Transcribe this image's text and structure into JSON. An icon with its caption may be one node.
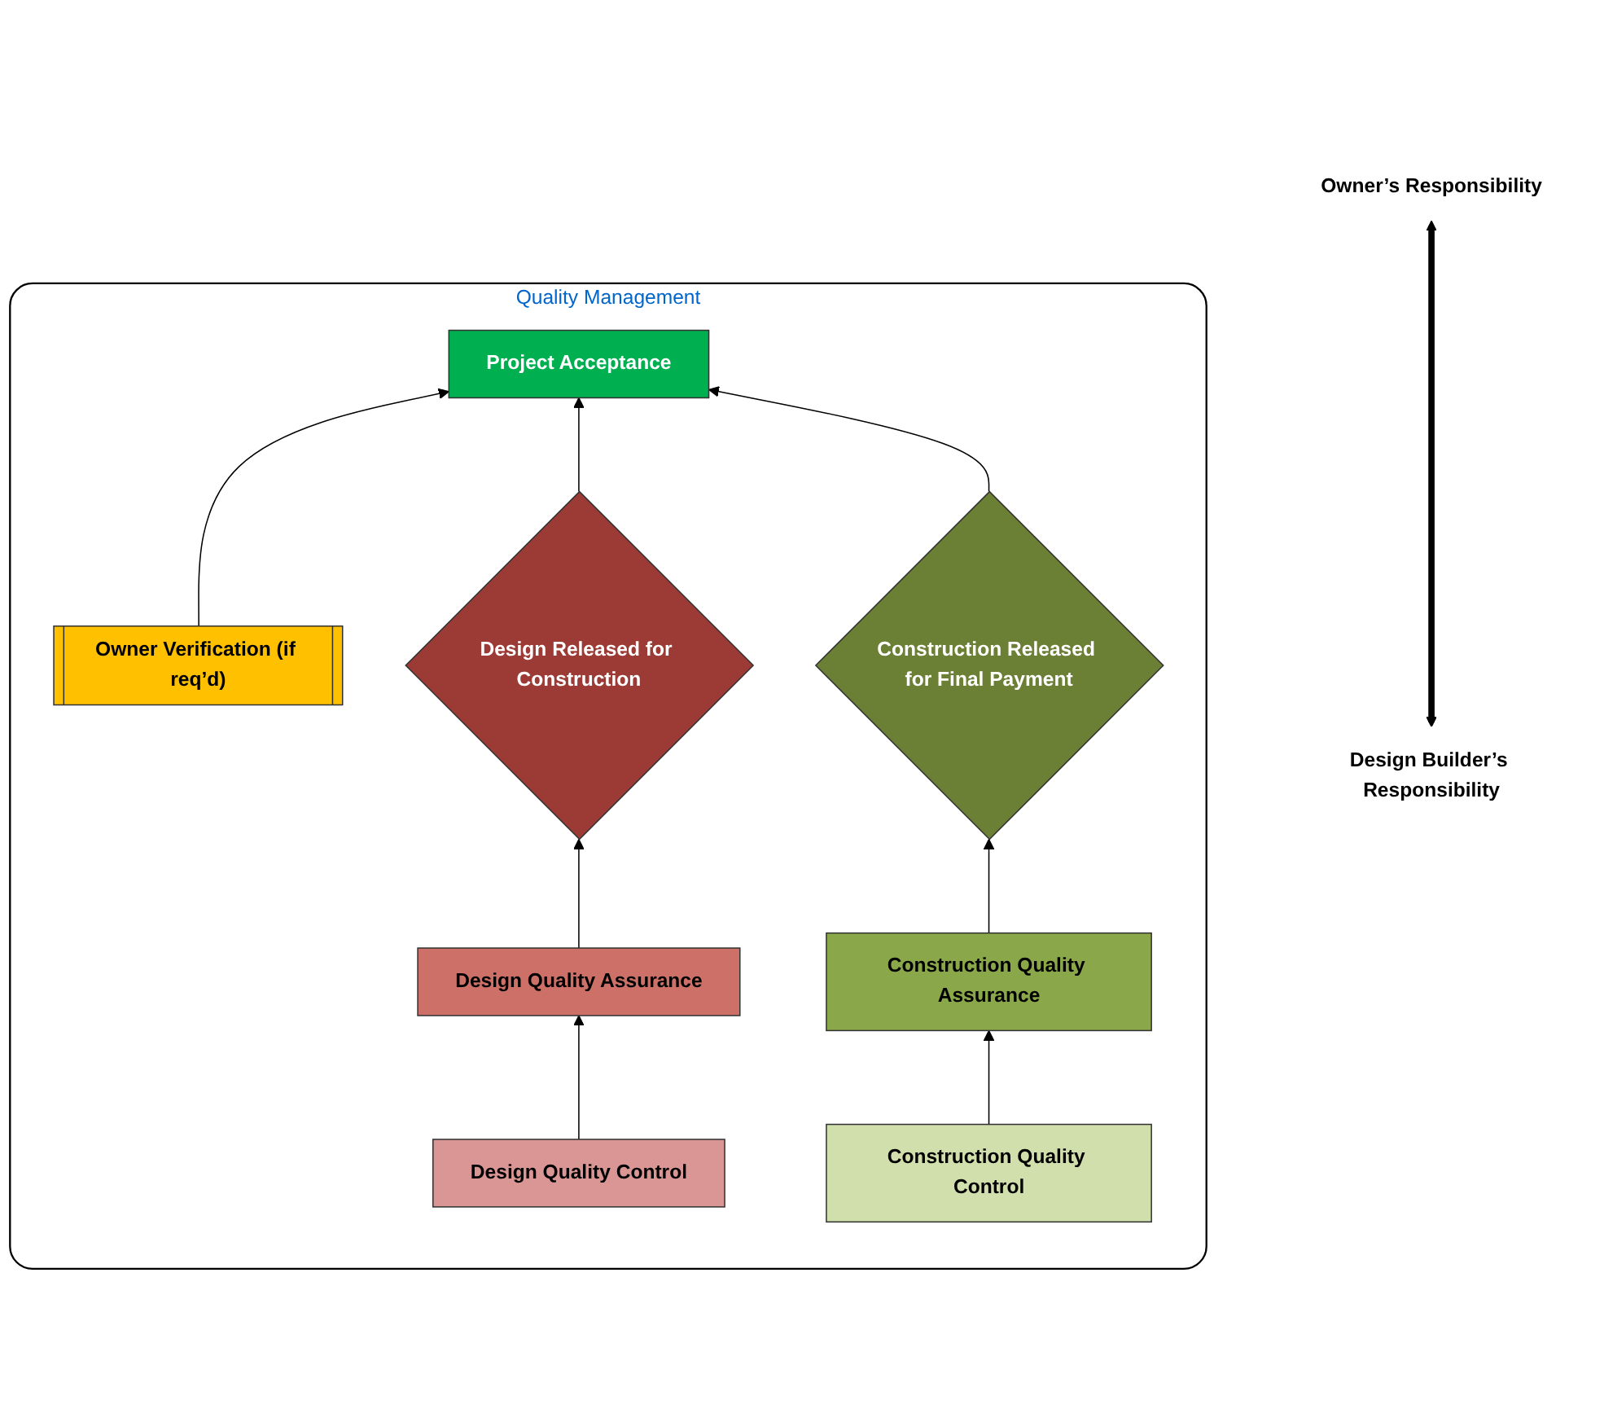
{
  "diagram": {
    "nodes": [
      {
        "text": [
          "Quality Management"
        ]
      },
      {
        "text": [
          "Project Acceptance"
        ],
        "in": 0
      },
      {
        "text": [
          "Owner Verification (if req’d)"
        ],
        "in": 0
      },
      {
        "text": [
          "Design Released for Construction"
        ],
        "in": 0
      },
      {
        "text": [
          "Construction Released for Final Payment"
        ],
        "in": 0
      },
      {
        "text": [
          "Design Quality Assurance"
        ],
        "in": 0
      },
      {
        "text": [
          "Construction Quality Assurance"
        ],
        "in": 0
      },
      {
        "text": [
          "Design Quality Control"
        ],
        "in": 0
      },
      {
        "text": [
          "Construction Quality Control"
        ],
        "in": 0
      },
      {
        "text": [
          "Owner’s Responsibility"
        ]
      },
      {
        "text": [
          "Design Builder’s Responsibility"
        ]
      }
    ],
    "edges": [
      {
        "from": 2,
        "to": 1,
        "arrow": "to"
      },
      {
        "from": 3,
        "to": 1,
        "arrow": "to"
      },
      {
        "from": 4,
        "to": 1,
        "arrow": "to"
      },
      {
        "from": 5,
        "to": 3,
        "arrow": "to"
      },
      {
        "from": 6,
        "to": 4,
        "arrow": "to"
      },
      {
        "from": 7,
        "to": 5,
        "arrow": "to"
      },
      {
        "from": 8,
        "to": 6,
        "arrow": "to"
      },
      {
        "from": 10,
        "to": 9,
        "arrow": "both",
        "style": "thick"
      }
    ]
  }
}
